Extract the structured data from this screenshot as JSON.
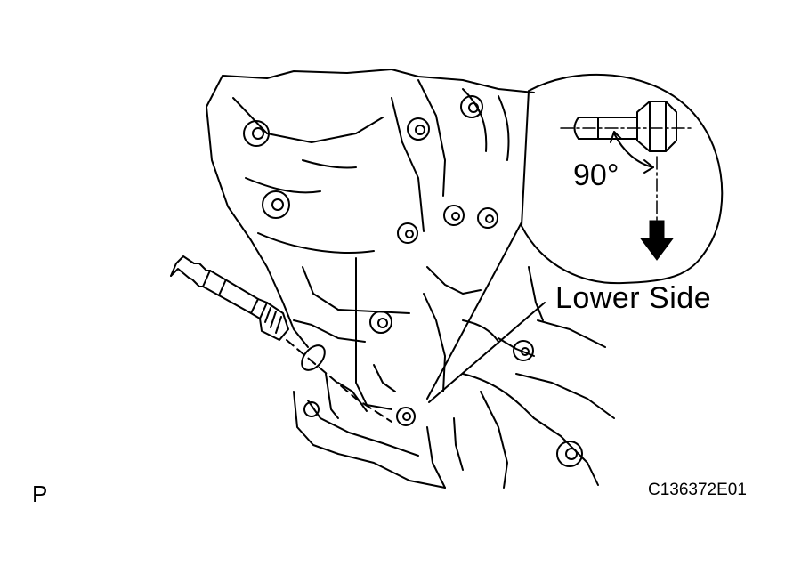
{
  "diagram": {
    "callout_label": "Lower Side",
    "angle_label": "90°",
    "figure_code": "C136372E01",
    "corner_mark": "P"
  }
}
